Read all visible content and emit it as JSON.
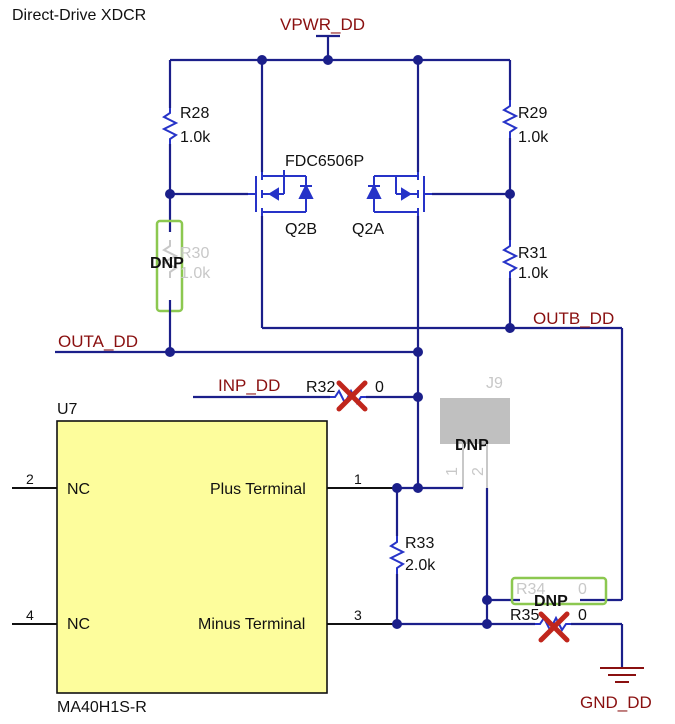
{
  "title": "Direct-Drive XDCR",
  "nets": {
    "vpwr": "VPWR_DD",
    "outa": "OUTA_DD",
    "outb": "OUTB_DD",
    "inp": "INP_DD",
    "gnd": "GND_DD"
  },
  "resistors": {
    "r28": {
      "ref": "R28",
      "value": "1.0k"
    },
    "r29": {
      "ref": "R29",
      "value": "1.0k"
    },
    "r30": {
      "ref": "R30",
      "value": "1.0k",
      "dnp": "DNP"
    },
    "r31": {
      "ref": "R31",
      "value": "1.0k"
    },
    "r32": {
      "ref": "R32",
      "value": "0"
    },
    "r33": {
      "ref": "R33",
      "value": "2.0k"
    },
    "r34": {
      "ref": "R34",
      "value": "0",
      "dnp": "DNP"
    },
    "r35": {
      "ref": "R35",
      "value": "0"
    }
  },
  "mosfet": {
    "part": "FDC6506P",
    "q2b": "Q2B",
    "q2a": "Q2A"
  },
  "j9": {
    "ref": "J9",
    "dnp": "DNP",
    "pin1": "1",
    "pin2": "2"
  },
  "u7": {
    "ref": "U7",
    "part": "MA40H1S-R",
    "pins": {
      "pin2_num": "2",
      "pin2_name": "NC",
      "pin4_num": "4",
      "pin4_name": "NC",
      "pin1_num": "1",
      "pin1_name": "Plus Terminal",
      "pin3_num": "3",
      "pin3_name": "Minus Terminal"
    }
  },
  "colors": {
    "wire": "#1b1f8a",
    "component": "#2633c8",
    "net_label": "#8a1010",
    "u7_fill": "#fdfd9c",
    "highlight": "#8cc850",
    "cross": "#c0261c"
  }
}
